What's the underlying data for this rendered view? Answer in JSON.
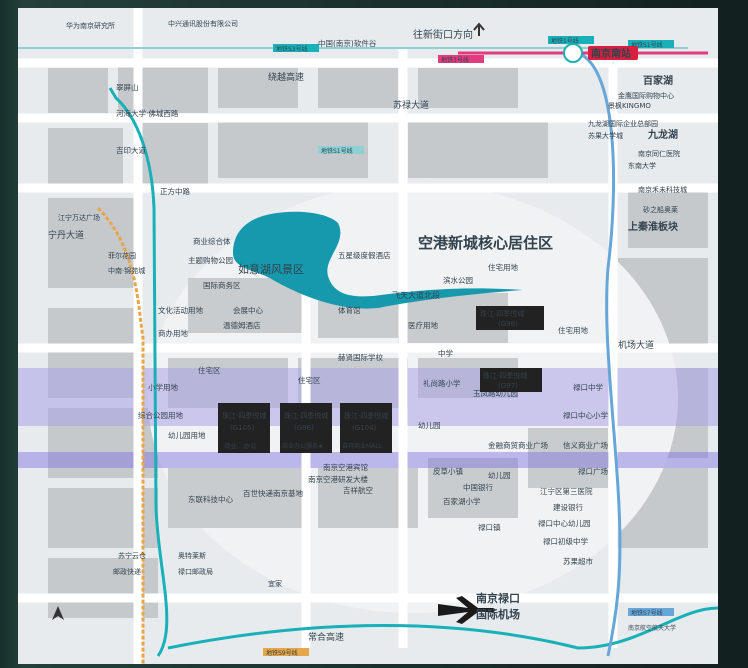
{
  "title": "空港新城核心居住区",
  "colors": {
    "background": "#e7ebee",
    "block_grey": "#c4c8cb",
    "core_zone": "#ffffff",
    "band_purple": "#a7a0e2",
    "metro_teal": "#1ab0b8",
    "lake": "#1698ad",
    "airport_line": "#f2a03a",
    "line_s1": "#1ab0b8",
    "line_3": "#e23c7e",
    "projects": "#222222"
  },
  "direction": {
    "label": "往新街口方向",
    "arrow": "up-arrow-icon"
  },
  "stations": {
    "south": "南京南站",
    "airport_cn": "南京禄口",
    "airport_cn2": "国际机场"
  },
  "lake_label": "如意湖风景区",
  "line_tags": [
    "地铁S3号线",
    "地铁1号线",
    "地铁S1号线",
    "地铁S1号线",
    "地铁3号线",
    "地铁S7号线",
    "地铁S9号线"
  ],
  "roads": {
    "v1": "宁丹大道",
    "v2": "苏禄大道",
    "v3": "飞天大道北段",
    "v4": "机场大道",
    "h1": "绕越高速",
    "h2": "常合高速"
  },
  "landmarks": {
    "top": [
      "中国(南京)软件谷",
      "中兴通讯股份有限公司",
      "华为南京研究所",
      "翠屏山",
      "河海大学·佛城西路",
      "吉印大道",
      "正方中路",
      "江宁万达广场",
      "菲尔花园",
      "中南·锦苑城",
      "南京南站",
      "百家湖",
      "金鹰国际购物中心",
      "景枫KINGMO",
      "九龙湖国际企业总部园",
      "苏果大学城",
      "九龙湖",
      "南京同仁医院",
      "东南大学",
      "南京禾未科技城",
      "砂之船奥莱",
      "上秦淮板块"
    ],
    "middle": [
      "商业综合体",
      "主题购物公园",
      "国际商务区",
      "五星级度假酒店",
      "住宅用地",
      "滨水公园",
      "文化活动用地",
      "会展中心",
      "体育馆",
      "温德姆酒店",
      "医疗用地",
      "商办用地",
      "赫贤国际学校",
      "中学",
      "住宅用地",
      "住宅区",
      "住宅区",
      "小学用地",
      "礼尚路小学",
      "玉凤路幼儿园",
      "禄口中学",
      "综合公园用地",
      "幼儿园用地",
      "禄口中心小学",
      "幼儿园",
      "金融商贸商业广场",
      "信义商业广场",
      "南京空港宾馆",
      "南京空港研发大楼",
      "皮草小镇",
      "禄口广场",
      "百世快递南京基地",
      "吉祥航空",
      "中国银行",
      "幼儿园",
      "东联科技中心",
      "江宁区第三医院",
      "百家湖小学",
      "建设银行",
      "禄口中心幼儿园",
      "禄口初级中学",
      "禄口镇",
      "苏果超市",
      "苏宁云仓",
      "奥特莱斯",
      "邮政快递",
      "禄口邮政局",
      "宜家",
      "南京航空航天大学"
    ],
    "unreadable_note": ""
  },
  "projects": [
    {
      "name": "珠江·四季悦城",
      "code": "(G105)",
      "tag": "商业、办公"
    },
    {
      "name": "珠江·四季悦城",
      "code": "(G96)",
      "tag": "商业办公服务★"
    },
    {
      "name": "珠江·四季悦城",
      "code": "(G104)",
      "tag": "自持商业MALL"
    },
    {
      "name": "珠江·四季悦城",
      "code": "(G98)",
      "tag": ""
    },
    {
      "name": "珠江·四季悦城",
      "code": "(G97)",
      "tag": ""
    }
  ]
}
